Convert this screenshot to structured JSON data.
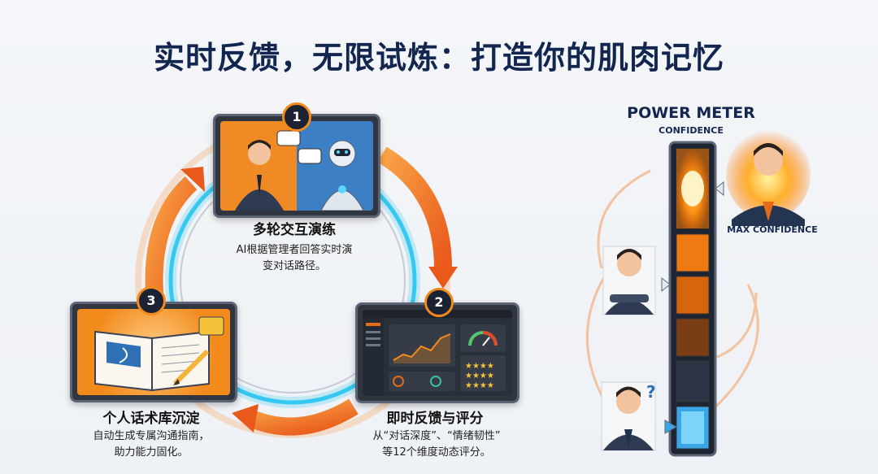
{
  "title": "实时反馈，无限试炼：打造你的肌肉记忆",
  "steps": [
    {
      "number": "1",
      "title": "多轮交互演练",
      "desc_line1": "AI根据管理者回答实时演",
      "desc_line2": "变对话路径。"
    },
    {
      "number": "2",
      "title": "即时反馈与评分",
      "desc_line1": "从“对话深度”、“情绪韧性”",
      "desc_line2": "等12个维度动态评分。"
    },
    {
      "number": "3",
      "title": "个人话术库沉淀",
      "desc_line1": "自动生成专属沟通指南，",
      "desc_line2": "助力能力固化。"
    }
  ],
  "meter": {
    "title": "POWER METER",
    "subtitle": "CONFIDENCE",
    "max_label": "MAX CONFIDENCE",
    "question_mark": "?"
  },
  "colors": {
    "accent_orange": "#f28a1c",
    "ring_blue": "#35c8f0",
    "navy": "#12264f"
  }
}
